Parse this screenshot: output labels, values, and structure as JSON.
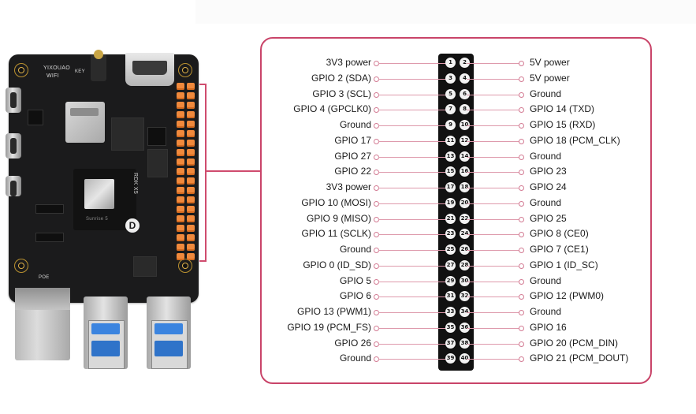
{
  "colors": {
    "accent": "#c94469",
    "wire": "#de9aac",
    "header": "#111111",
    "pcb": "#1b1b1c",
    "pin": "#f0893c"
  },
  "board": {
    "silk_model": "YIXOUAO",
    "silk_wifi": "WIFI",
    "silk_key": "KEY",
    "silk_rdk": "RDK X5",
    "silk_poe": "POE",
    "silk_sunrise": "Sunrise 5"
  },
  "pinout": [
    {
      "left": "3V3 power",
      "lpin": "1",
      "rpin": "2",
      "right": "5V power"
    },
    {
      "left": "GPIO 2 (SDA)",
      "lpin": "3",
      "rpin": "4",
      "right": "5V power"
    },
    {
      "left": "GPIO 3 (SCL)",
      "lpin": "5",
      "rpin": "6",
      "right": "Ground"
    },
    {
      "left": "GPIO 4 (GPCLK0)",
      "lpin": "7",
      "rpin": "8",
      "right": "GPIO 14 (TXD)"
    },
    {
      "left": "Ground",
      "lpin": "9",
      "rpin": "10",
      "right": "GPIO 15 (RXD)"
    },
    {
      "left": "GPIO 17",
      "lpin": "11",
      "rpin": "12",
      "right": "GPIO 18 (PCM_CLK)"
    },
    {
      "left": "GPIO 27",
      "lpin": "13",
      "rpin": "14",
      "right": "Ground"
    },
    {
      "left": "GPIO 22",
      "lpin": "15",
      "rpin": "16",
      "right": "GPIO 23"
    },
    {
      "left": "3V3 power",
      "lpin": "17",
      "rpin": "18",
      "right": "GPIO 24"
    },
    {
      "left": "GPIO 10 (MOSI)",
      "lpin": "19",
      "rpin": "20",
      "right": "Ground"
    },
    {
      "left": "GPIO 9 (MISO)",
      "lpin": "21",
      "rpin": "22",
      "right": "GPIO 25"
    },
    {
      "left": "GPIO 11 (SCLK)",
      "lpin": "23",
      "rpin": "24",
      "right": "GPIO 8 (CE0)"
    },
    {
      "left": "Ground",
      "lpin": "25",
      "rpin": "26",
      "right": "GPIO 7 (CE1)"
    },
    {
      "left": "GPIO 0 (ID_SD)",
      "lpin": "27",
      "rpin": "28",
      "right": "GPIO 1 (ID_SC)"
    },
    {
      "left": "GPIO 5",
      "lpin": "29",
      "rpin": "30",
      "right": "Ground"
    },
    {
      "left": "GPIO 6",
      "lpin": "31",
      "rpin": "32",
      "right": "GPIO 12 (PWM0)"
    },
    {
      "left": "GPIO 13 (PWM1)",
      "lpin": "33",
      "rpin": "34",
      "right": "Ground"
    },
    {
      "left": "GPIO 19 (PCM_FS)",
      "lpin": "35",
      "rpin": "36",
      "right": "GPIO 16"
    },
    {
      "left": "GPIO 26",
      "lpin": "37",
      "rpin": "38",
      "right": "GPIO 20 (PCM_DIN)"
    },
    {
      "left": "Ground",
      "lpin": "39",
      "rpin": "40",
      "right": "GPIO 21 (PCM_DOUT)"
    }
  ]
}
